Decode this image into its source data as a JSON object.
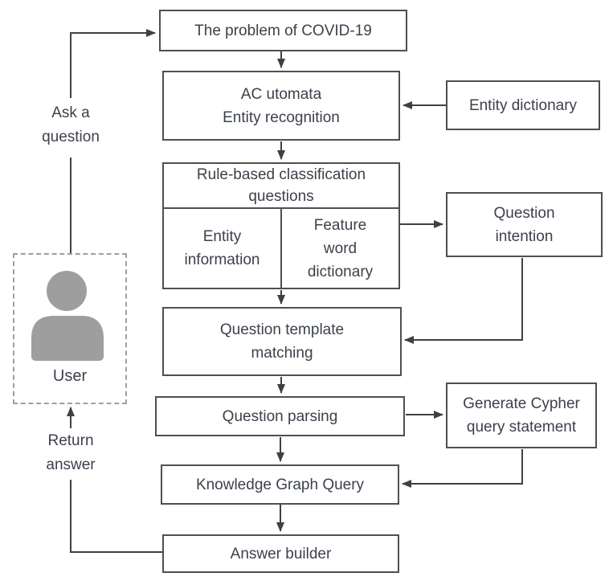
{
  "diagram": {
    "nodes": {
      "problem": {
        "label": "The problem of COVID-19"
      },
      "ac_automata": {
        "lines": [
          "AC utomata",
          "Entity recognition"
        ]
      },
      "entity_dictionary": {
        "label": "Entity dictionary"
      },
      "rule_based": {
        "header_lines": [
          "Rule-based classification",
          "questions"
        ],
        "left_cell_lines": [
          "Entity",
          "information"
        ],
        "right_cell_lines": [
          "Feature",
          "word",
          "dictionary"
        ]
      },
      "question_intention": {
        "lines": [
          "Question",
          "intention"
        ]
      },
      "template_matching": {
        "lines": [
          "Question template",
          "matching"
        ]
      },
      "question_parsing": {
        "label": "Question parsing"
      },
      "generate_cypher": {
        "lines": [
          "Generate Cypher",
          "query statement"
        ]
      },
      "kg_query": {
        "label": "Knowledge Graph Query"
      },
      "answer_builder": {
        "label": "Answer builder"
      },
      "user": {
        "label": "User",
        "icon": "person-icon"
      }
    },
    "edge_labels": {
      "ask": {
        "lines": [
          "Ask a",
          "question"
        ]
      },
      "return": {
        "lines": [
          "Return",
          "answer"
        ]
      }
    },
    "colors": {
      "box_border": "#4f4f4f",
      "text": "#3c414b",
      "arrow": "#404040",
      "user_icon": "#9e9e9e",
      "user_box_border": "#9f9f9f",
      "background": "#ffffff"
    }
  }
}
